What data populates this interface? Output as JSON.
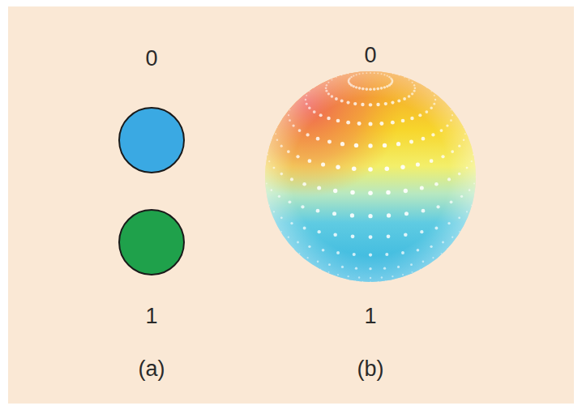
{
  "diagram": {
    "labels": [
      "0",
      "1",
      "(a)",
      "0",
      "1",
      "(b)"
    ]
  }
}
